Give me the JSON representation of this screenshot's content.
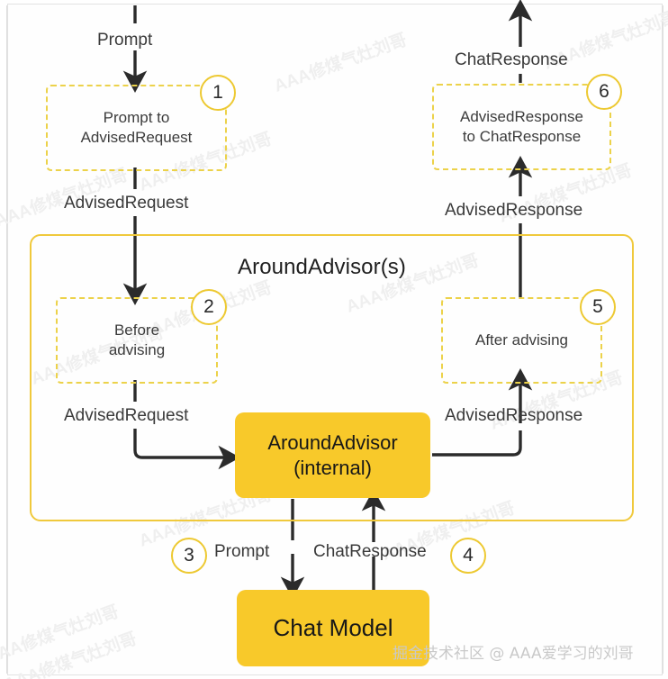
{
  "diagram": {
    "title": "Spring AI AroundAdvisor flow",
    "background_color": "#ffffff",
    "accent_yellow": "#f8c92a",
    "dashed_border_color": "#ecd24a",
    "container_border_color": "#f0c93c",
    "edge_label_color": "#3a3a3a"
  },
  "container": {
    "label": "AroundAdvisor(s)"
  },
  "steps": [
    {
      "number": "1",
      "label": "Prompt to\nAdvisedRequest"
    },
    {
      "number": "2",
      "label": "Before\nadvising"
    },
    {
      "number": "3",
      "label": ""
    },
    {
      "number": "4",
      "label": ""
    },
    {
      "number": "5",
      "label": "After advising"
    },
    {
      "number": "6",
      "label": "AdvisedResponse\nto ChatResponse"
    }
  ],
  "nodes": [
    {
      "id": "around-advisor-internal",
      "label": "AroundAdvisor\n(internal)"
    },
    {
      "id": "chat-model",
      "label": "Chat Model"
    }
  ],
  "edge_labels": {
    "prompt_in": "Prompt",
    "advised_request_1": "AdvisedRequest",
    "advised_request_2": "AdvisedRequest",
    "advised_response_1": "AdvisedResponse",
    "advised_response_2": "AdvisedResponse",
    "chat_response_out": "ChatResponse",
    "prompt_to_model": "Prompt",
    "chat_response_from_model": "ChatResponse"
  },
  "watermarks": {
    "background_text": "AAA修煤气灶刘哥",
    "credit": "掘金技术社区 @ AAA爱学习的刘哥"
  }
}
